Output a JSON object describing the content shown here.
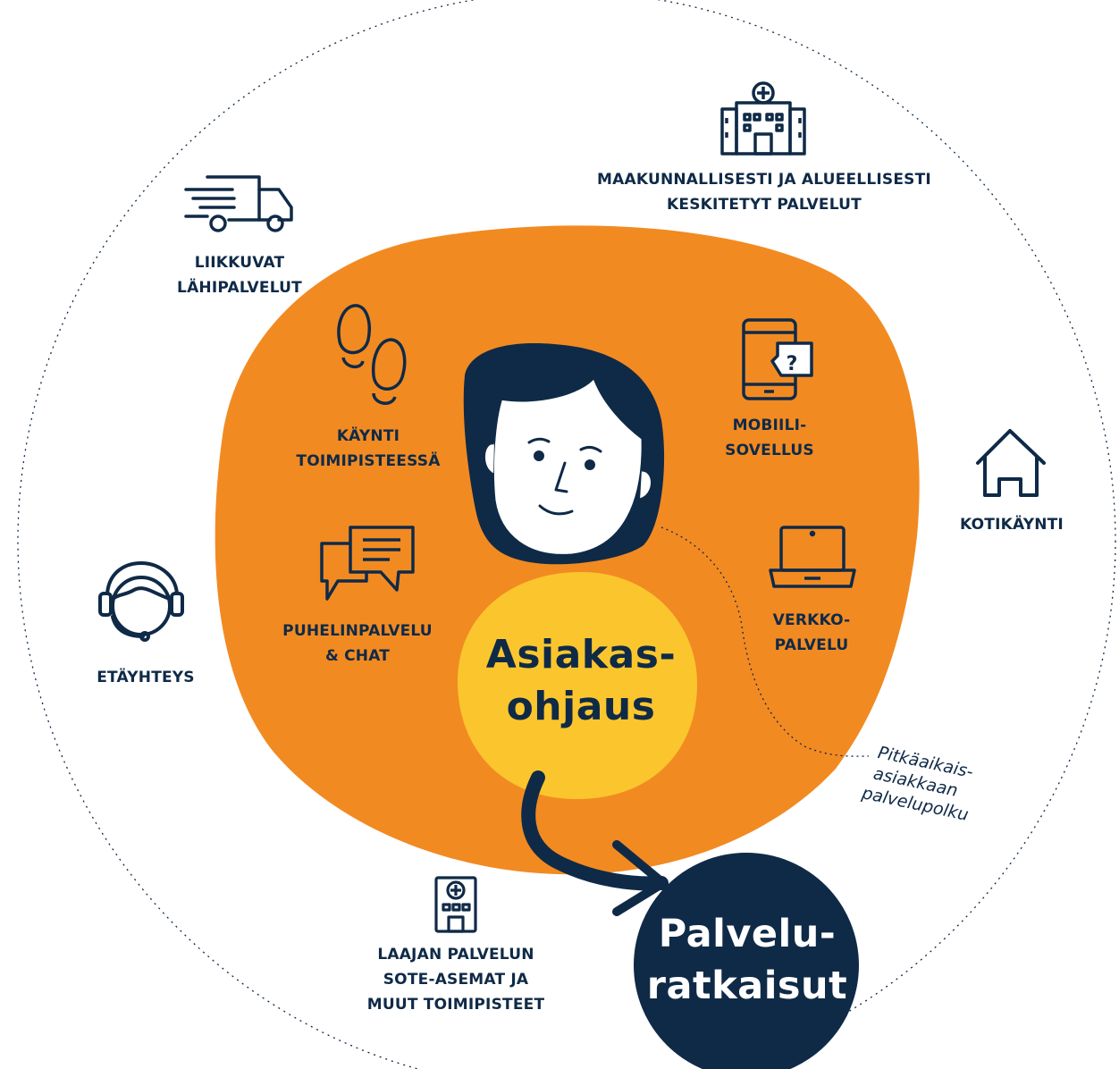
{
  "colors": {
    "navy": "#0f2a47",
    "orange": "#f28a22",
    "yellow": "#fbc62d",
    "white": "#ffffff"
  },
  "center": {
    "title_line1": "Asiakas-",
    "title_line2": "ohjaus"
  },
  "result": {
    "line1": "Palvelu-",
    "line2": "ratkaisut"
  },
  "path_note": {
    "line1": "Pitkäaikais-",
    "line2": "asiakkaan",
    "line3": "palvelupolku"
  },
  "inner_services": [
    {
      "icon": "footprints-icon",
      "line1": "KÄYNTI",
      "line2": "TOIMIPISTEESSÄ"
    },
    {
      "icon": "chat-bubbles-icon",
      "line1": "PUHELINPALVELU",
      "line2": "& CHAT"
    },
    {
      "icon": "mobile-app-icon",
      "line1": "MOBIILI-",
      "line2": "SOVELLUS"
    },
    {
      "icon": "laptop-icon",
      "line1": "VERKKO-",
      "line2": "PALVELU"
    }
  ],
  "outer_services": [
    {
      "icon": "delivery-truck-icon",
      "line1": "LIIKKUVAT",
      "line2": "LÄHIPALVELUT"
    },
    {
      "icon": "hospital-icon",
      "line1": "MAAKUNNALLISESTI JA ALUEELLISESTI",
      "line2": "KESKITETYT PALVELUT"
    },
    {
      "icon": "house-icon",
      "line1": "KOTIKÄYNTI"
    },
    {
      "icon": "headset-icon",
      "line1": "ETÄYHTEYS"
    },
    {
      "icon": "clinic-icon",
      "line1": "LAAJAN PALVELUN",
      "line2": "SOTE-ASEMAT JA",
      "line3": "MUUT TOIMIPISTEET"
    }
  ]
}
